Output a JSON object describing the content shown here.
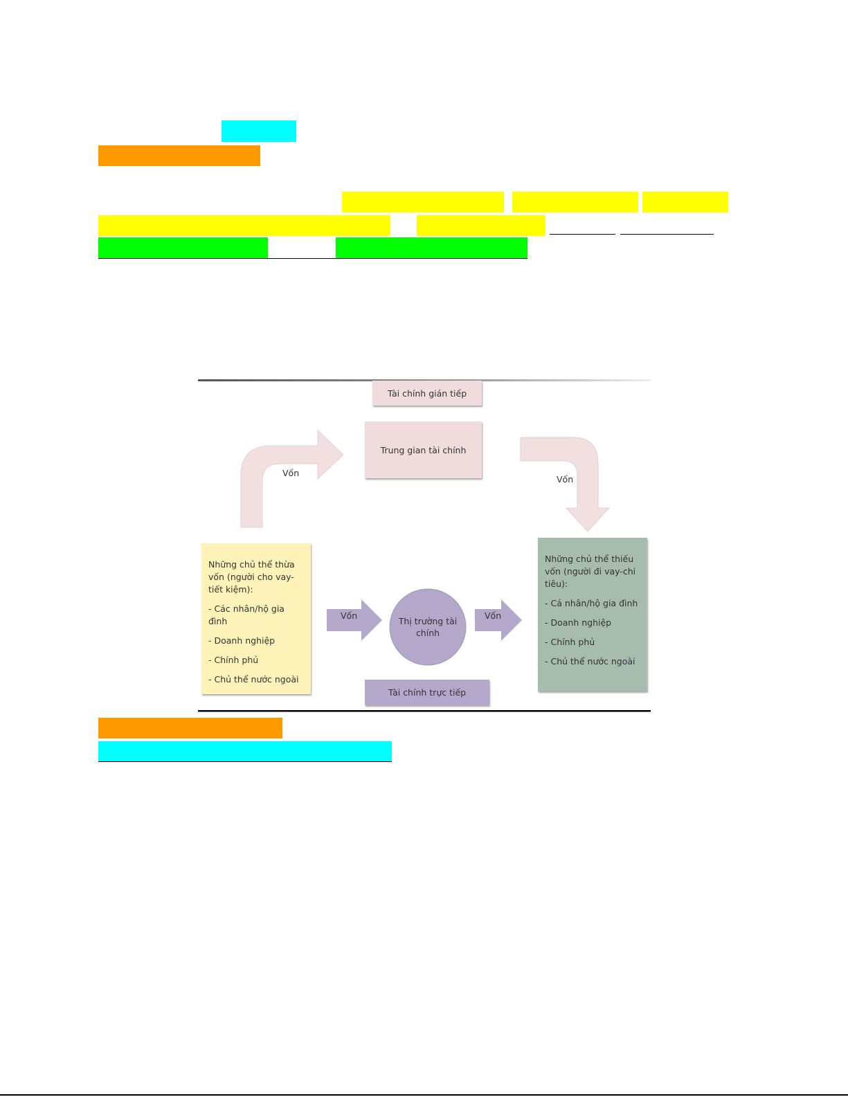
{
  "colors": {
    "cyan_highlight": "#00ffff",
    "orange_highlight": "#ff9900",
    "yellow_highlight": "#ffff00",
    "green_highlight": "#00ff00",
    "pink_box": "#f0dcdc",
    "pink_arrow": "#f2e0e0",
    "yellow_box": "#fdf3b8",
    "purple_box": "#b3a8c9",
    "green_box": "#a6bcae"
  },
  "diagram": {
    "indirect_finance_label": "Tài chính gián tiếp",
    "intermediary_label": "Trung gian tài chính",
    "capital_label": "Vốn",
    "surplus_box": {
      "title": "Những chủ thể thừa vốn (người cho vay-tiết kiệm):",
      "items": [
        "- Các nhân/hộ gia đình",
        "- Doanh nghiệp",
        "- Chính phủ",
        "- Chủ thể nước ngoài"
      ]
    },
    "market_label": "Thị trường tài chính",
    "deficit_box": {
      "title": "Những chủ thể thiếu vốn (người đi vay-chi tiêu):",
      "items": [
        "- Cá nhân/hộ gia đình",
        "- Doanh nghiệp",
        "- Chính phủ",
        "- Chủ thể nước ngoài"
      ]
    },
    "direct_finance_label": "Tài chính trực tiếp"
  }
}
